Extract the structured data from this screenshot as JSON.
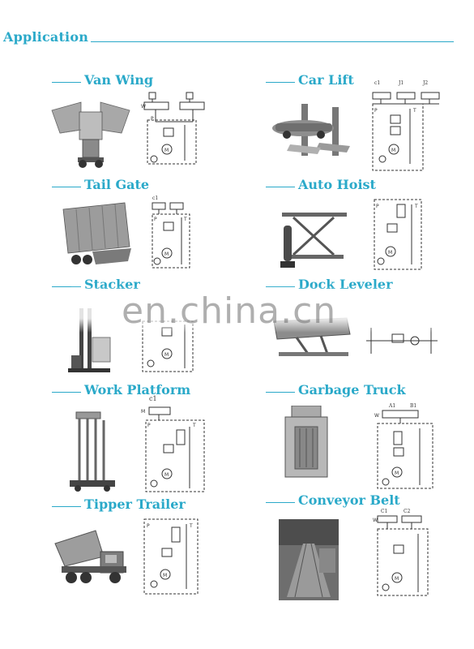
{
  "header": {
    "title": "Application"
  },
  "applications": [
    {
      "id": "van-wing",
      "title": "Van Wing",
      "labels": []
    },
    {
      "id": "car-lift",
      "title": "Car Lift",
      "labels": [
        "c1",
        "J1",
        "J2"
      ]
    },
    {
      "id": "tail-gate",
      "title": "Tail Gate",
      "labels": [
        "c1"
      ]
    },
    {
      "id": "auto-hoist",
      "title": "Auto Hoist",
      "labels": []
    },
    {
      "id": "stacker",
      "title": "Stacker",
      "labels": []
    },
    {
      "id": "dock-leveler",
      "title": "Dock Leveler",
      "labels": []
    },
    {
      "id": "work-platform",
      "title": "Work Platform",
      "labels": [
        "c1"
      ]
    },
    {
      "id": "garbage-truck",
      "title": "Garbage Truck",
      "labels": [
        "A1",
        "B1"
      ]
    },
    {
      "id": "tipper-trailer",
      "title": "Tipper Trailer",
      "labels": []
    },
    {
      "id": "conveyor-belt",
      "title": "Conveyor Belt",
      "labels": [
        "C1",
        "C2"
      ]
    }
  ],
  "schematic_text": {
    "p": "P",
    "t": "T",
    "m": "M",
    "w": "W"
  },
  "watermark": {
    "text": "en.china.cn"
  },
  "colors": {
    "accent": "#2aa9c9",
    "line": "#333333",
    "photo": "#8c8c8c"
  }
}
